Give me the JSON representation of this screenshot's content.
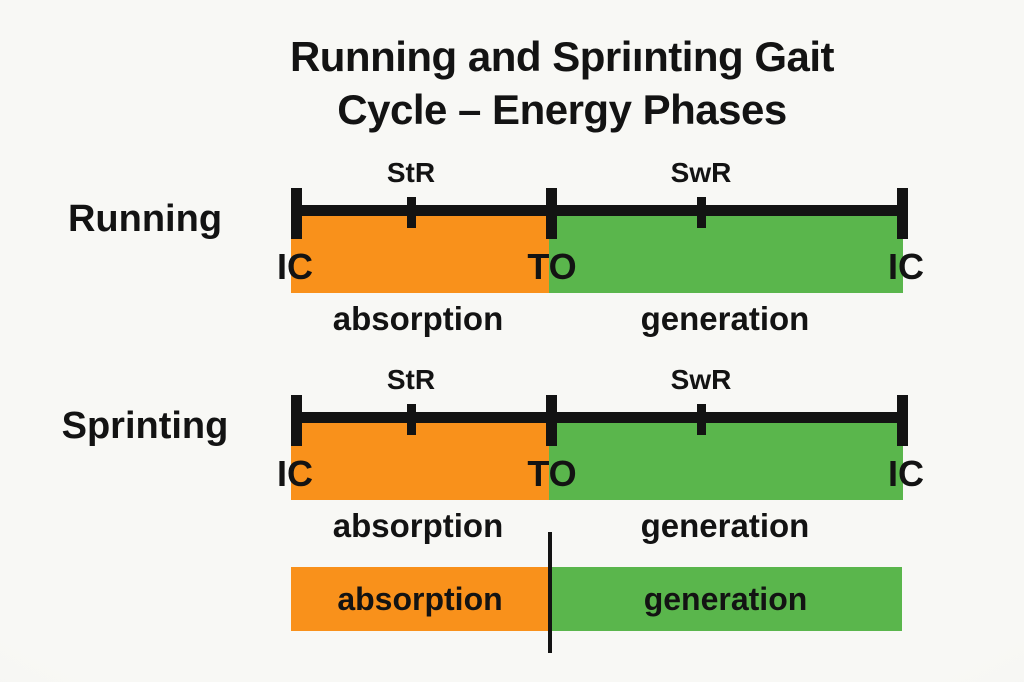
{
  "title": {
    "line1": "Running and Spriınting Gait",
    "line2": "Cycle – Energy Phases"
  },
  "rows": [
    {
      "label": "Running",
      "start_marker": "IC",
      "mid_marker": "TO",
      "end_marker": "IC",
      "stance_label": "StR",
      "swing_label": "SwR",
      "absorption_label": "absorption",
      "generation_label": "generation"
    },
    {
      "label": "Sprinting",
      "start_marker": "IC",
      "mid_marker": "TO",
      "end_marker": "IC",
      "stance_label": "StR",
      "swing_label": "SwR",
      "absorption_label": "absorption",
      "generation_label": "generation"
    }
  ],
  "summary": {
    "absorption_label": "absorption",
    "generation_label": "generation"
  },
  "colors": {
    "absorption_orange": "#f9911b",
    "generation_green": "#5ab64c",
    "line_black": "#131313",
    "background": "#f7f7f4"
  }
}
